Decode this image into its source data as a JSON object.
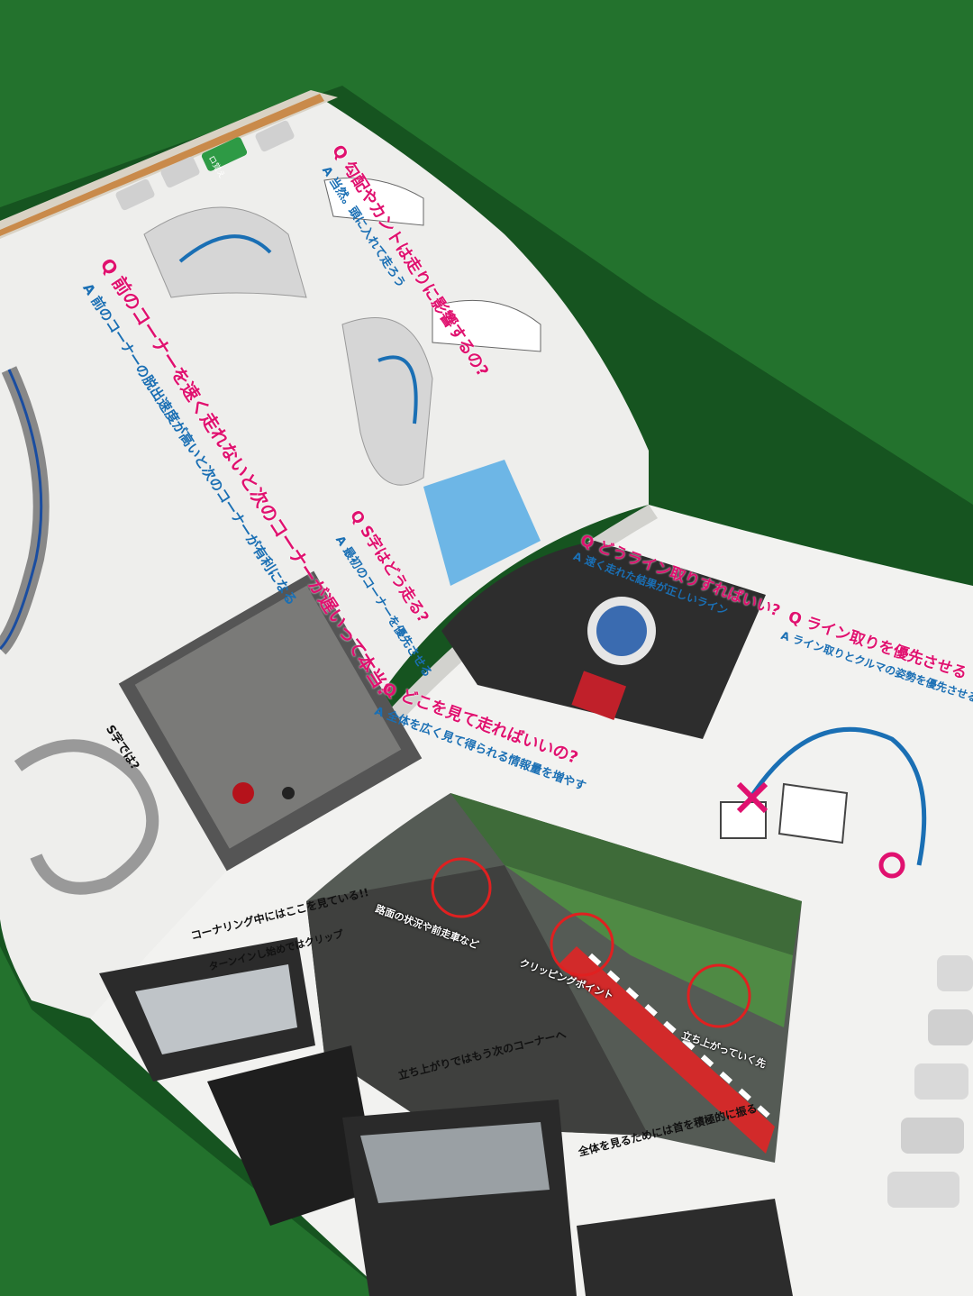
{
  "left_page": {
    "q_corner": "Q 前のコーナーを速く走れないと次のコーナーが遅いって本当?",
    "a_corner": "A 前のコーナーの脱出速度が高いと次のコーナーが有利になる",
    "q_camber": "Q 勾配やカントは走りに影響するの?",
    "a_camber": "A 当然。頭に入れて走ろう",
    "q_s_curve": "Q S字はどう走る?",
    "a_s_curve": "A 最初のコーナーを優先させる",
    "s_label": "S字では?",
    "active_tab": "ロ覚え"
  },
  "right_page": {
    "q_line": "Q どうライン取りすればいい?",
    "a_line": "A 速く走れた結果が正しいライン",
    "q_priority": "Q ライン取りを優先させる",
    "a_priority": "A ライン取りとクルマの姿勢を優先させる",
    "q_look": "Q どこを見て走ればいいの?",
    "a_look": "A 全体を広く見て得られる情報量を増やす",
    "label_surface": "路面の状況や前走車など",
    "label_clip": "クリッピングポイント",
    "label_exit": "立ち上がっていく先",
    "caption_corner": "コーナリング中にはここを見ている!!",
    "caption_exit": "立ち上がりではもう次のコーナーへ",
    "caption_whole": "全体を見るためには首を積極的に振る",
    "caption_turnin": "ターンインし始めではクリップ"
  },
  "colors": {
    "grass": "#1f6e2a",
    "paper": "#f2f2f0",
    "accent_pink": "#e0116f",
    "accent_blue": "#1a6fb4",
    "tab_green": "#2e9a45"
  }
}
